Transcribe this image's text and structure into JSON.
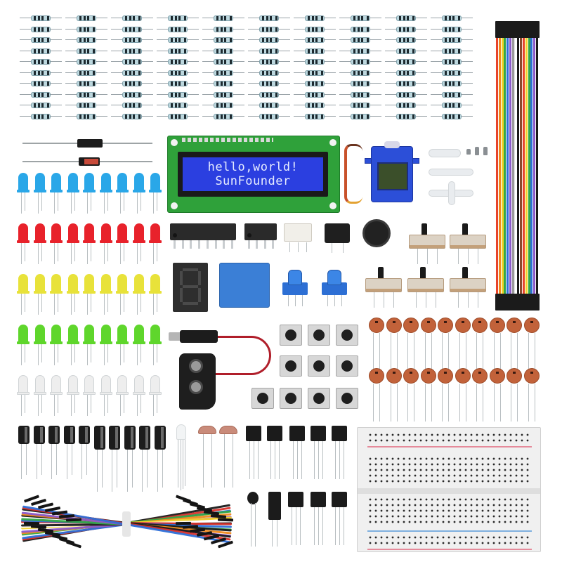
{
  "photo": {
    "subject": "Electronics starter kit component layout",
    "background": "#ffffff"
  },
  "lcd": {
    "line1": "hello,world!",
    "line2": "SunFounder",
    "pcb_color": "#2fa13a",
    "screen_color": "#2b3fe0",
    "text_color": "#e6ecff"
  },
  "components": {
    "resistors": {
      "label": "Resistors",
      "columns": 10,
      "rows": 10,
      "count": 100
    },
    "diodes": {
      "label": "Diodes",
      "count": 2,
      "types": [
        "rectifier-diode",
        "zener-diode"
      ]
    },
    "leds": {
      "label": "5mm LEDs",
      "per_row": 9,
      "rows": [
        {
          "color_name": "blue",
          "color": "#2aa7e8"
        },
        {
          "color_name": "red",
          "color": "#e8222b"
        },
        {
          "color_name": "yellow",
          "color": "#e8e23a"
        },
        {
          "color_name": "green",
          "color": "#5fd62c"
        },
        {
          "color_name": "white",
          "color": "#eeeeee"
        }
      ]
    },
    "lcd1602": {
      "label": "LCD1602 module",
      "count": 1
    },
    "servo": {
      "label": "Micro servo",
      "count": 1,
      "horns": 3,
      "screws": 3,
      "color": "#2c4fd8"
    },
    "dupont_ribbon": {
      "label": "Dupont jumper wires",
      "wire_colors": [
        "#e8452b",
        "#f08a1d",
        "#f3d22a",
        "#35a845",
        "#2d6fd8",
        "#8c59c9",
        "#9a9a9a",
        "#ffffff",
        "#1a1a1a",
        "#8b4a2b",
        "#e8452b",
        "#f3d22a",
        "#35a845",
        "#2d6fd8",
        "#8c59c9",
        "#1a1a1a"
      ]
    },
    "ics": {
      "label": "DIP ICs",
      "items": [
        "DIP-16 IC",
        "DIP-8 IC",
        "Optocoupler"
      ]
    },
    "buzzers": {
      "label": "Buzzers",
      "items": [
        "passive-buzzer",
        "active-buzzer"
      ]
    },
    "slide_switches": {
      "label": "Slide switches",
      "count": 5
    },
    "seven_segment": {
      "label": "7-segment display",
      "digit": "8",
      "count": 1
    },
    "relay": {
      "label": "Relay",
      "count": 1,
      "color": "#3b7fd6"
    },
    "potentiometers": {
      "label": "Potentiometers",
      "count": 2,
      "color": "#2d6fd4"
    },
    "battery_clip": {
      "label": "9V battery clip with DC plug",
      "count": 1
    },
    "tactile_buttons": {
      "label": "Tactile push buttons",
      "count": 10
    },
    "ceramic_caps": {
      "label": "Ceramic capacitors",
      "count": 20,
      "color": "#c2623a"
    },
    "electrolytic_caps": {
      "label": "Electrolytic capacitors",
      "count": 10
    },
    "rgb_led": {
      "label": "RGB LED",
      "count": 1
    },
    "photoresistors": {
      "label": "Photoresistors",
      "count": 2
    },
    "transistors": {
      "label": "TO-92 components",
      "count": 8
    },
    "thermistor": {
      "label": "Thermistor",
      "count": 1
    },
    "tilt_switch": {
      "label": "Tilt switch",
      "count": 1
    },
    "breadboard": {
      "label": "Solderless breadboard",
      "count": 1
    },
    "jumper_bundle": {
      "label": "Breadboard jumper wires bundle",
      "count": 1
    }
  }
}
